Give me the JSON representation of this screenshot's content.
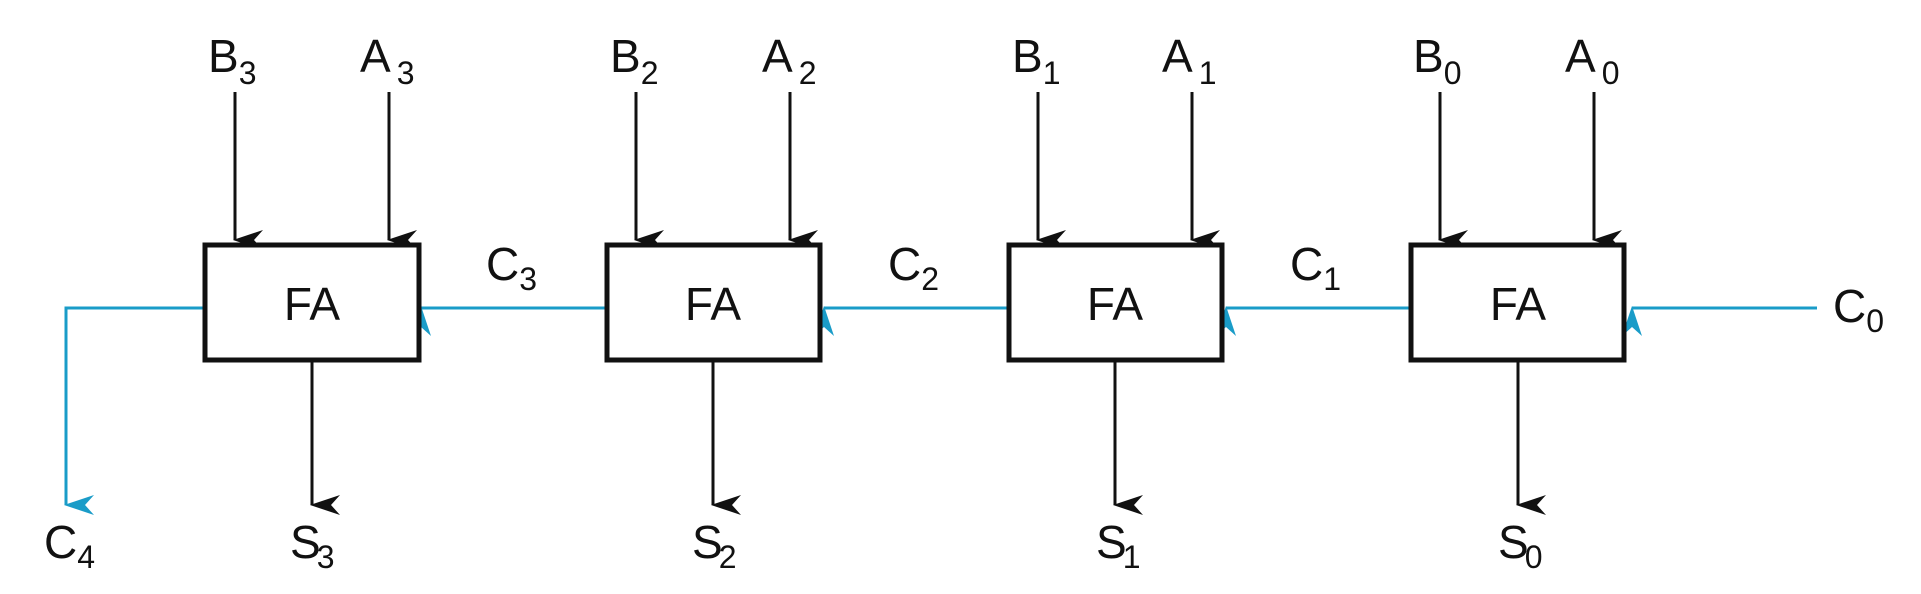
{
  "colors": {
    "black": "#111111",
    "carry": "#1a9cc8"
  },
  "block_label": "FA",
  "stages": [
    {
      "b": {
        "main": "B",
        "sub": "3"
      },
      "a": {
        "main": "A",
        "sub": "3"
      },
      "s": {
        "main": "S",
        "sub": "3"
      }
    },
    {
      "b": {
        "main": "B",
        "sub": "2"
      },
      "a": {
        "main": "A",
        "sub": "2"
      },
      "s": {
        "main": "S",
        "sub": "2"
      }
    },
    {
      "b": {
        "main": "B",
        "sub": "1"
      },
      "a": {
        "main": "A",
        "sub": "1"
      },
      "s": {
        "main": "S",
        "sub": "1"
      }
    },
    {
      "b": {
        "main": "B",
        "sub": "0"
      },
      "a": {
        "main": "A",
        "sub": "0"
      },
      "s": {
        "main": "S",
        "sub": "0"
      }
    }
  ],
  "carries": [
    {
      "main": "C",
      "sub": "4"
    },
    {
      "main": "C",
      "sub": "3"
    },
    {
      "main": "C",
      "sub": "2"
    },
    {
      "main": "C",
      "sub": "1"
    },
    {
      "main": "C",
      "sub": "0"
    }
  ]
}
